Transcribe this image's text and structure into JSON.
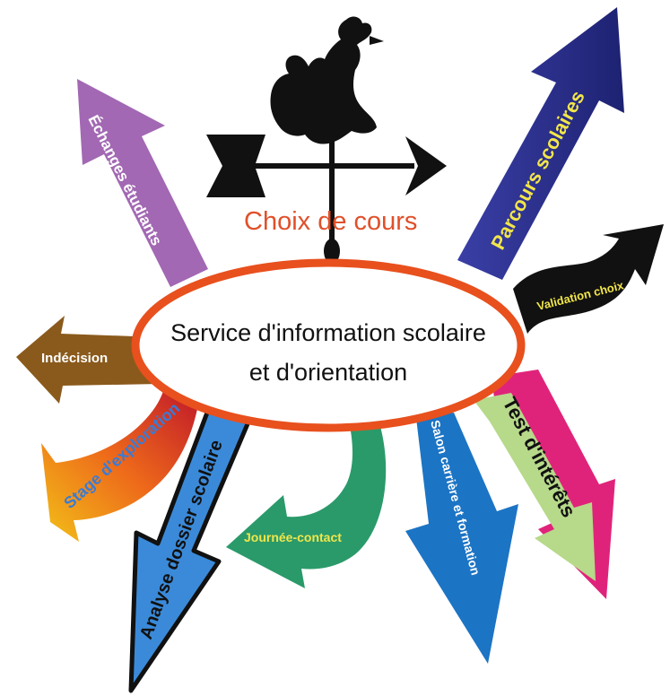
{
  "center": {
    "line1": "Service d'information scolaire",
    "line2": "et d'orientation",
    "ring_color": "#e8501e"
  },
  "weathervane": {
    "label": "Choix de cours",
    "label_color": "#e0502a"
  },
  "arrows": {
    "parcours": {
      "label": "Parcours scolaires",
      "color": "#2b2f8a",
      "text_color": "#f2e64a"
    },
    "validation": {
      "label": "Validation choix",
      "color": "#111111",
      "text_color": "#f2e64a"
    },
    "test": {
      "label": "Test d'intérêts",
      "color": "#b7d98a",
      "border": "#e0237a",
      "text_color": "#111111"
    },
    "salon": {
      "label": "Salon carrière et formation",
      "color": "#1c74c4",
      "text_color": "#ffffff"
    },
    "journee": {
      "label": "Journée-contact",
      "color": "#2a9a6a",
      "text_color": "#f2e64a"
    },
    "analyse": {
      "label": "Analyse dossier scolaire",
      "color": "#3b8ad9",
      "border": "#111111",
      "text_color": "#111111"
    },
    "stage": {
      "label": "Stage d'exploration",
      "color_from": "#f2c218",
      "color_to": "#c0182a",
      "text_color": "#3a7bd5"
    },
    "indecision": {
      "label": "Indécision",
      "color": "#8a5a1c",
      "text_color": "#ffffff"
    },
    "echanges": {
      "label": "Échanges étudiants",
      "color": "#a268b3",
      "text_color": "#ffffff"
    }
  }
}
